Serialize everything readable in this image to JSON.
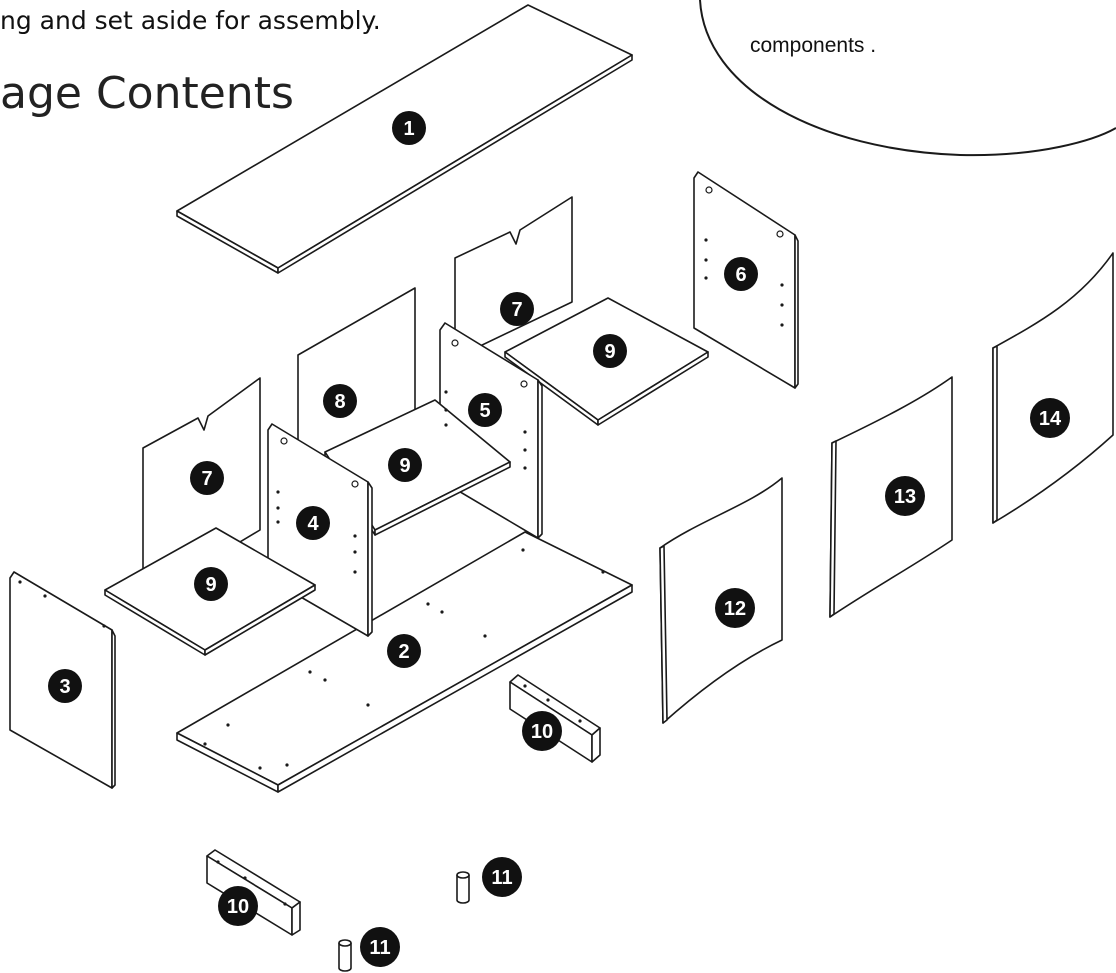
{
  "instructions": {
    "intro_text": "ng and set aside for assembly.",
    "heading": "age Contents",
    "note_text": "components ."
  },
  "parts": [
    {
      "number": "1"
    },
    {
      "number": "2"
    },
    {
      "number": "3"
    },
    {
      "number": "4"
    },
    {
      "number": "5"
    },
    {
      "number": "6"
    },
    {
      "number": "7"
    },
    {
      "number": "7"
    },
    {
      "number": "8"
    },
    {
      "number": "9"
    },
    {
      "number": "9"
    },
    {
      "number": "9"
    },
    {
      "number": "10"
    },
    {
      "number": "10"
    },
    {
      "number": "11"
    },
    {
      "number": "11"
    },
    {
      "number": "12"
    },
    {
      "number": "13"
    },
    {
      "number": "14"
    }
  ],
  "colors": {
    "line": "#1a1a1a",
    "badge": "#111111",
    "panel": "#ffffff"
  }
}
